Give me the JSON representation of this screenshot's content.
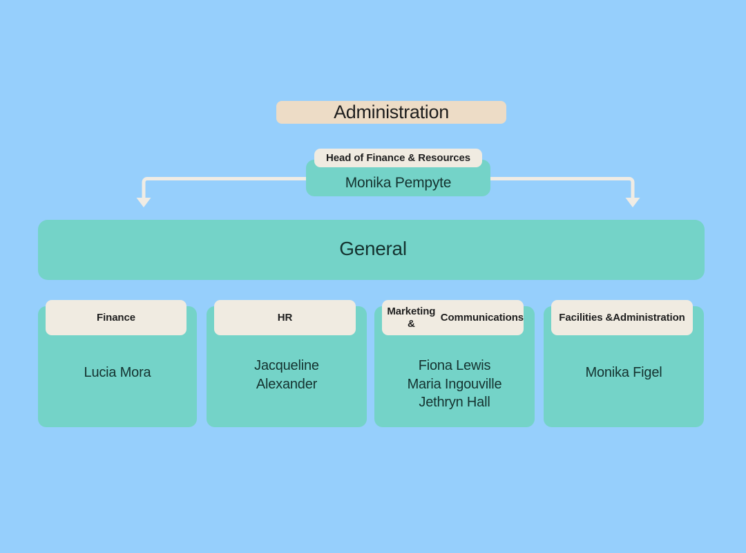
{
  "diagram": {
    "type": "org-chart",
    "title": "Administration",
    "background_color": "#96cffc",
    "card_color": "#74d3c8",
    "chip_color": "#f0ebe1",
    "header_color": "#eddcc6",
    "text_color": "#14322f"
  },
  "header": {
    "label": "Administration"
  },
  "head": {
    "role": "Head of Finance & Resources",
    "name": "Monika Pempyte"
  },
  "general": {
    "label": "General"
  },
  "departments": [
    {
      "label": "Finance",
      "people": "Lucia Mora"
    },
    {
      "label": "HR",
      "people": "Jacqueline\nAlexander"
    },
    {
      "label": "Marketing &\nCommunications",
      "people": "Fiona Lewis\nMaria Ingouville\nJethryn Hall"
    },
    {
      "label": "Facilities &\nAdministration",
      "people": "Monika Figel"
    }
  ],
  "connectors": {
    "left_arrow": "arrow-down-left-branch",
    "right_arrow": "arrow-down-right-branch",
    "color": "#f0ece4"
  }
}
